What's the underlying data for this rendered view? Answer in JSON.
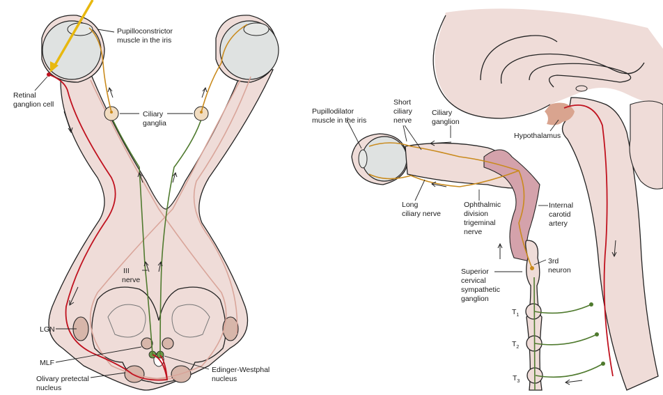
{
  "diagram": {
    "left_panel": {
      "title": "Parasympathetic pupillary light reflex pathway",
      "labels": {
        "pupilloconstrictor": [
          "Pupilloconstrictor",
          "muscle in the iris"
        ],
        "retinal_ganglion": [
          "Retinal",
          "ganglion cell"
        ],
        "ciliary_ganglia": [
          "Ciliary",
          "ganglia"
        ],
        "third_nerve": [
          "III",
          "nerve"
        ],
        "lgn": "LGN",
        "mlf": "MLF",
        "olivary": [
          "Olivary pretectal",
          "nucleus"
        ],
        "edinger": [
          "Edinger-Westphal",
          "nucleus"
        ]
      }
    },
    "right_panel": {
      "title": "Sympathetic pupillodilator pathway",
      "labels": {
        "pupillodilator": [
          "Pupillodilator",
          "muscle in the iris"
        ],
        "short_ciliary": [
          "Short",
          "ciliary",
          "nerve"
        ],
        "ciliary_ganglion": [
          "Ciliary",
          "ganglion"
        ],
        "hypothalamus": "Hypothalamus",
        "long_ciliary": [
          "Long",
          "ciliary nerve"
        ],
        "ophthalmic": [
          "Ophthalmic",
          "division",
          "trigeminal",
          "nerve"
        ],
        "internal_carotid": [
          "Internal",
          "carotid",
          "artery"
        ],
        "third_neuron": [
          "3rd",
          "neuron"
        ],
        "superior_cervical": [
          "Superior",
          "cervical",
          "sympathetic",
          "ganglion"
        ],
        "t1": "T",
        "t1_sub": "1",
        "t2": "T",
        "t2_sub": "2",
        "t3": "T",
        "t3_sub": "3"
      }
    },
    "colors": {
      "afferent": "#c0121f",
      "preganglionic": "#4f7a2e",
      "postganglionic": "#c98a1c",
      "light_ray": "#e8b80f",
      "tissue": "#efdcd8"
    }
  }
}
